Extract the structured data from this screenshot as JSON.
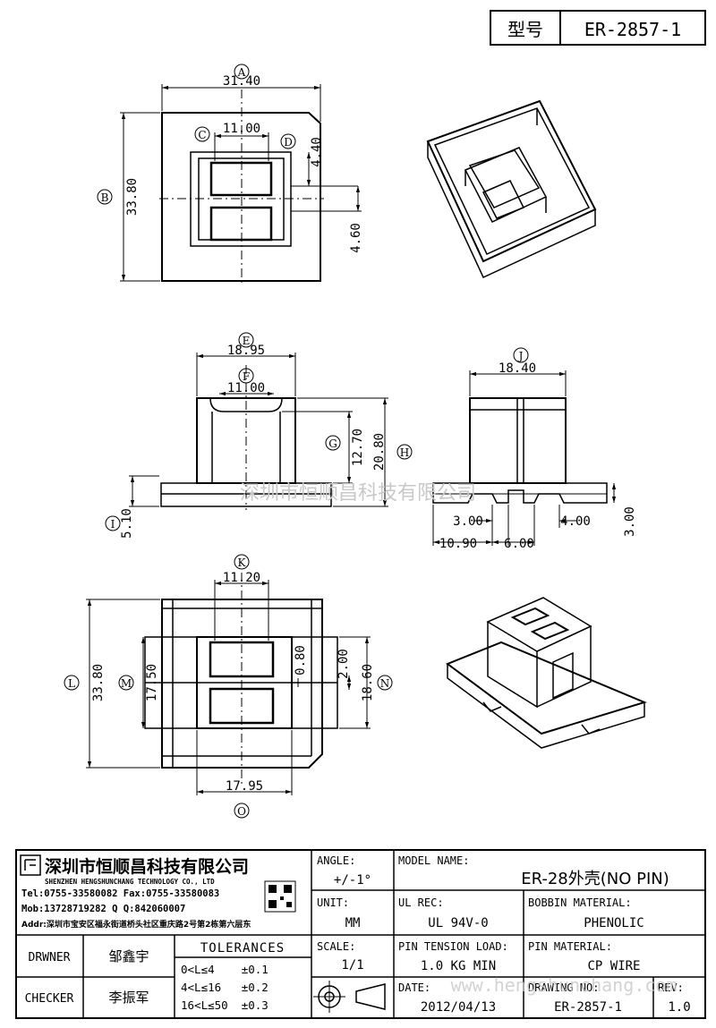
{
  "header": {
    "model_label": "型号",
    "model_value": "ER-2857-1"
  },
  "dimensions": {
    "top_view": {
      "A": {
        "marker": "A",
        "value": "31.40"
      },
      "B": {
        "marker": "B",
        "value": "33.80"
      },
      "C": {
        "marker": "C",
        "value": "11.00"
      },
      "D": {
        "marker": "D",
        "value": "4.40"
      },
      "extra": {
        "value": "4.60"
      }
    },
    "front_view": {
      "E": {
        "marker": "E",
        "value": "18.95"
      },
      "F": {
        "marker": "F",
        "value": "11.00"
      },
      "G": {
        "marker": "G",
        "value": "12.70"
      },
      "H": {
        "marker": "H",
        "value": "20.80"
      },
      "I": {
        "marker": "I",
        "value": "5.10"
      }
    },
    "side_view": {
      "J": {
        "marker": "J",
        "value": "18.40"
      },
      "d1": {
        "value": "3.00"
      },
      "d2": {
        "value": "4.00"
      },
      "d3": {
        "value": "3.00"
      },
      "d4": {
        "value": "10.90"
      },
      "d5": {
        "value": "6.00"
      }
    },
    "bottom_view": {
      "K": {
        "marker": "K",
        "value": "11.20"
      },
      "L": {
        "marker": "L",
        "value": "33.80"
      },
      "M": {
        "marker": "M",
        "value": "17.50"
      },
      "N": {
        "marker": "N",
        "value": "18.60"
      },
      "O": {
        "marker": "O",
        "value": "17.95"
      },
      "x1": {
        "value": "0.80"
      },
      "x2": {
        "value": "2.00"
      }
    }
  },
  "watermark": {
    "center": "深圳市恒顺昌科技有限公司",
    "bottom": "www.hengshunchang.com"
  },
  "title_block": {
    "company": {
      "name_cn": "深圳市恒顺昌科技有限公司",
      "name_en": "SHENZHEN HENGSHUNCHANG TECHNOLOGY CO., LTD",
      "tel": "Tel:0755-33580082 Fax:0755-33580083",
      "mob": "Mob:13728719282    Q  Q:842060007",
      "addr": "Addr:深圳市宝安区福永街道桥头社区重庆路2号第2栋第六层东"
    },
    "drwner_label": "DRWNER",
    "drwner_value": "邹鑫宇",
    "checker_label": "CHECKER",
    "checker_value": "李振军",
    "tolerances_label": "TOLERANCES",
    "tolerances": [
      "0<L≤4    ±0.1",
      "4<L≤16   ±0.2",
      "16<L≤50  ±0.3"
    ],
    "angle_label": "ANGLE:",
    "angle_value": "+/-1°",
    "unit_label": "UNIT:",
    "unit_value": "MM",
    "scale_label": "SCALE:",
    "scale_value": "1/1",
    "model_name_label": "MODEL NAME:",
    "model_name_value": "ER-28外壳(NO PIN)",
    "ul_label": "UL REC:",
    "ul_value": "UL 94V-0",
    "bobbin_label": "BOBBIN MATERIAL:",
    "bobbin_value": "PHENOLIC",
    "tension_label": "PIN TENSION LOAD:",
    "tension_value": "1.0 KG MIN",
    "pin_label": "PIN MATERIAL:",
    "pin_value": "CP WIRE",
    "date_label": "DATE:",
    "date_value": "2012/04/13",
    "drawing_label": "DRAWING NO:",
    "drawing_value": "ER-2857-1",
    "rev_label": "REV:",
    "rev_value": "1.0"
  }
}
